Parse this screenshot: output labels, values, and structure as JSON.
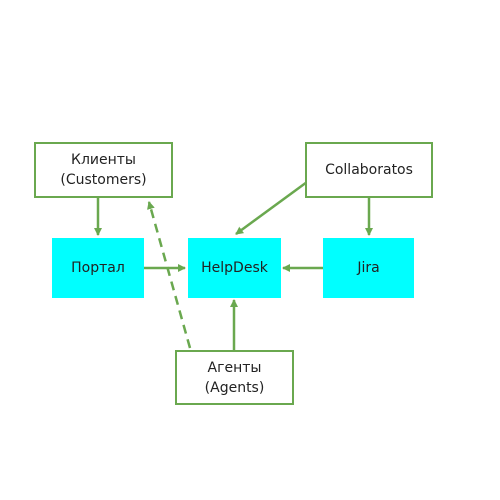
{
  "colors": {
    "border": "#6aa84f",
    "arrow": "#6aa84f",
    "fill": "#00ffff",
    "text": "#222222",
    "background": "#ffffff"
  },
  "nodes": {
    "clients": {
      "line1": "Клиенты",
      "line2": "(Customers)",
      "style": "outlined"
    },
    "collaborators": {
      "label": "Collaboratos",
      "style": "outlined"
    },
    "portal": {
      "label": "Портал",
      "style": "filled"
    },
    "helpdesk": {
      "label": "HelpDesk",
      "style": "filled"
    },
    "jira": {
      "label": "Jira",
      "style": "filled"
    },
    "agents": {
      "line1": "Агенты",
      "line2": "(Agents)",
      "style": "outlined"
    }
  },
  "edges": [
    {
      "from": "clients",
      "to": "portal",
      "style": "solid"
    },
    {
      "from": "portal",
      "to": "helpdesk",
      "style": "solid"
    },
    {
      "from": "collaborators",
      "to": "helpdesk",
      "style": "solid"
    },
    {
      "from": "collaborators",
      "to": "jira",
      "style": "solid"
    },
    {
      "from": "jira",
      "to": "helpdesk",
      "style": "solid"
    },
    {
      "from": "agents",
      "to": "helpdesk",
      "style": "solid"
    },
    {
      "from": "agents",
      "to": "clients",
      "style": "dashed"
    }
  ]
}
